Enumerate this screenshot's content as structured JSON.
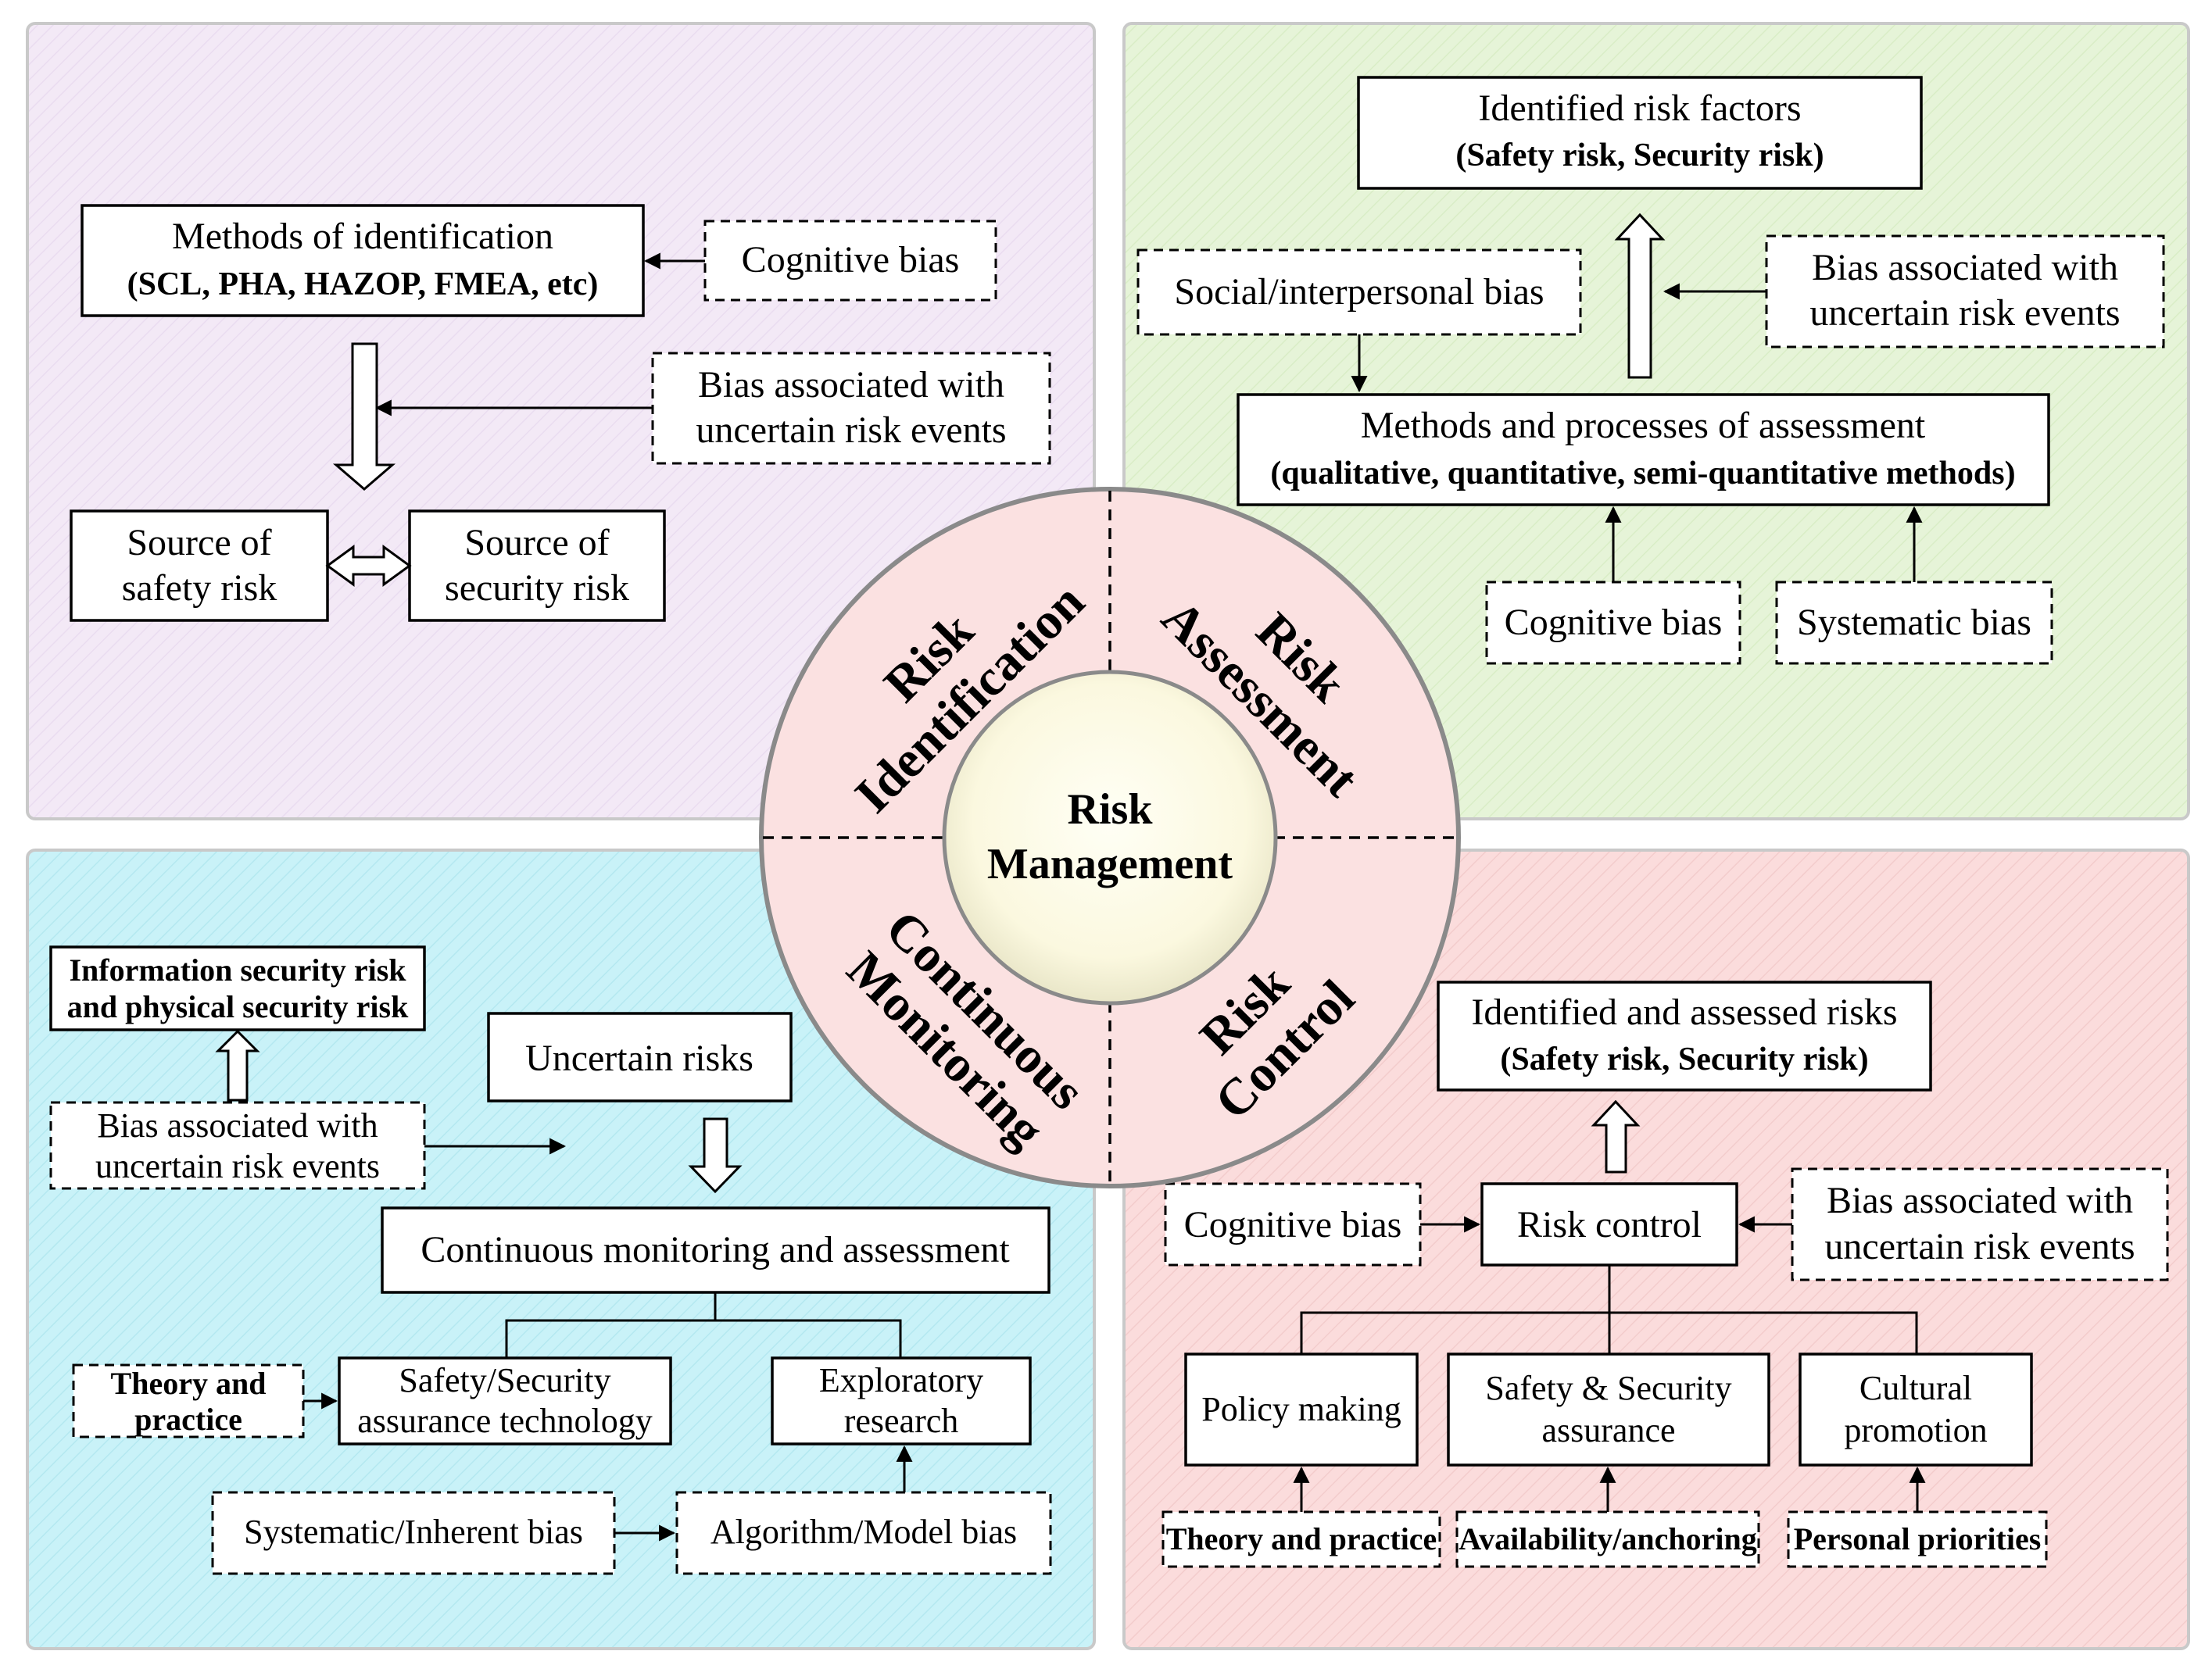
{
  "hub": {
    "center": [
      "Risk",
      "Management"
    ],
    "quadrants": {
      "identification": [
        "Risk",
        "Identification"
      ],
      "assessment": [
        "Risk",
        "Assessment"
      ],
      "monitoring": [
        "Continuous",
        "Monitoring"
      ],
      "control": [
        "Risk",
        "Control"
      ]
    }
  },
  "identification": {
    "methods": [
      "Methods of identification",
      "(SCL, PHA, HAZOP, FMEA, etc)"
    ],
    "cognitive_bias": "Cognitive bias",
    "uncertain_bias": [
      "Bias associated with",
      "uncertain risk events"
    ],
    "safety_source": [
      "Source of",
      "safety risk"
    ],
    "security_source": [
      "Source of",
      "security risk"
    ]
  },
  "assessment": {
    "identified_factors": [
      "Identified risk factors",
      "(Safety risk, Security risk)"
    ],
    "social_bias": "Social/interpersonal bias",
    "uncertain_bias": [
      "Bias associated with",
      "uncertain risk events"
    ],
    "methods": [
      "Methods and processes of assessment",
      "(qualitative, quantitative, semi-quantitative methods)"
    ],
    "cognitive_bias": "Cognitive bias",
    "systematic_bias": "Systematic bias"
  },
  "monitoring": {
    "info_security": [
      "Information security risk",
      "and physical security risk"
    ],
    "uncertain_bias": [
      "Bias associated with",
      "uncertain risk events"
    ],
    "uncertain_risks": "Uncertain risks",
    "continuous": "Continuous monitoring and assessment",
    "theory": [
      "Theory and",
      "practice"
    ],
    "assurance_tech": [
      "Safety/Security",
      "assurance technology"
    ],
    "exploratory": [
      "Exploratory",
      "research"
    ],
    "systematic_inherent": "Systematic/Inherent bias",
    "algorithm_bias": "Algorithm/Model bias"
  },
  "control": {
    "identified_assessed": [
      "Identified and assessed risks",
      "(Safety risk, Security risk)"
    ],
    "cognitive_bias": "Cognitive bias",
    "risk_control": "Risk control",
    "uncertain_bias": [
      "Bias associated with",
      "uncertain risk events"
    ],
    "policy": "Policy making",
    "assurance": [
      "Safety & Security",
      "assurance"
    ],
    "cultural": [
      "Cultural",
      "promotion"
    ],
    "theory": "Theory and practice",
    "availability": "Availability/anchoring",
    "personal": "Personal priorities"
  },
  "colors": {
    "identification_bg": "#f3e9f6",
    "assessment_bg": "#e6f4d8",
    "monitoring_bg": "#c9f2f8",
    "control_bg": "#fbdcdc",
    "ring": "#fbe1e1",
    "center": "#fdfbe8"
  }
}
